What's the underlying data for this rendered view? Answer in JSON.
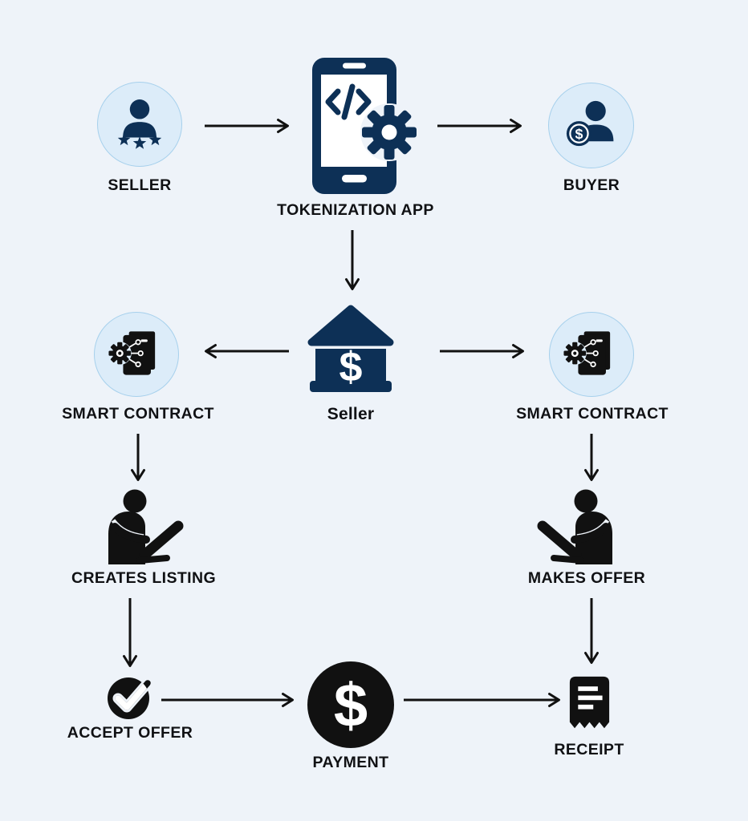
{
  "colors": {
    "background": "#eef3f9",
    "navy": "#0d3056",
    "icon_black": "#111111",
    "badge_fill": "#dcecf9",
    "badge_border": "#a6d0ec",
    "text": "#101114",
    "arrow": "#111111"
  },
  "nodes": {
    "seller_top": {
      "label": "SELLER",
      "icon": "person-rating-icon"
    },
    "tokenization_app": {
      "label": "TOKENIZATION APP",
      "icon": "phone-code-gear-icon"
    },
    "buyer": {
      "label": "BUYER",
      "icon": "person-money-icon"
    },
    "smart_contract_left": {
      "label": "SMART CONTRACT",
      "icon": "smart-contract-document-icon"
    },
    "seller_bank": {
      "label": "Seller",
      "icon": "bank-dollar-icon"
    },
    "smart_contract_right": {
      "label": "SMART CONTRACT",
      "icon": "smart-contract-document-icon"
    },
    "creates_listing": {
      "label": "CREATES LISTING",
      "icon": "person-laptop-icon"
    },
    "makes_offer": {
      "label": "MAKES OFFER",
      "icon": "person-laptop-icon"
    },
    "accept_offer": {
      "label": "ACCEPT OFFER",
      "icon": "check-circle-icon"
    },
    "payment": {
      "label": "PAYMENT",
      "icon": "dollar-circle-icon"
    },
    "receipt": {
      "label": "RECEIPT",
      "icon": "receipt-icon"
    }
  },
  "edges": [
    {
      "from": "seller_top",
      "to": "tokenization_app",
      "direction": "right"
    },
    {
      "from": "tokenization_app",
      "to": "buyer",
      "direction": "right"
    },
    {
      "from": "tokenization_app",
      "to": "seller_bank",
      "direction": "down"
    },
    {
      "from": "seller_bank",
      "to": "smart_contract_left",
      "direction": "left"
    },
    {
      "from": "seller_bank",
      "to": "smart_contract_right",
      "direction": "right"
    },
    {
      "from": "smart_contract_left",
      "to": "creates_listing",
      "direction": "down"
    },
    {
      "from": "smart_contract_right",
      "to": "makes_offer",
      "direction": "down"
    },
    {
      "from": "creates_listing",
      "to": "accept_offer",
      "direction": "down"
    },
    {
      "from": "makes_offer",
      "to": "receipt",
      "direction": "down"
    },
    {
      "from": "accept_offer",
      "to": "payment",
      "direction": "right"
    },
    {
      "from": "payment",
      "to": "receipt",
      "direction": "right"
    }
  ]
}
